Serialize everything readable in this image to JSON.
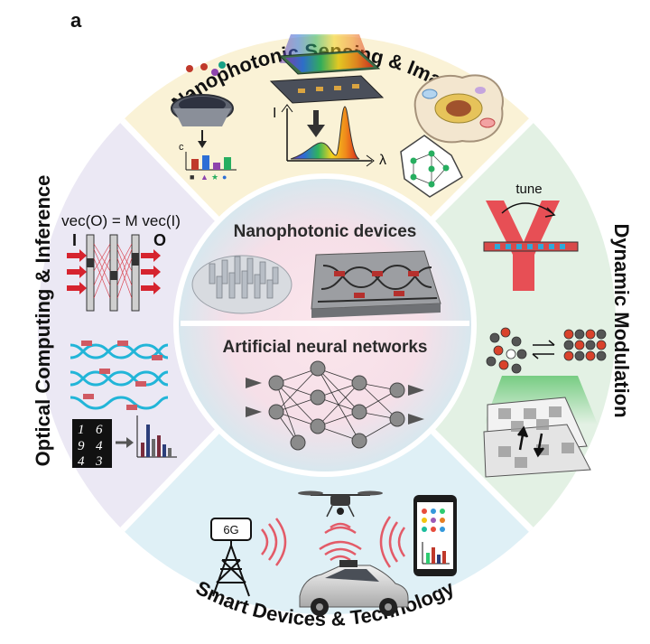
{
  "panel_label": "a",
  "ring": {
    "top_title": "Nanophotonic Sensing & Imaging",
    "right_title": "Dynamic Modulation",
    "bottom_title": "Smart Devices & Technology",
    "left_title": "Optical Computing & Inference"
  },
  "center": {
    "upper_label": "Nanophotonic devices",
    "lower_label": "Artificial neural networks"
  },
  "sensing": {
    "spectrum_y_axis": "I",
    "spectrum_x_axis": "λ",
    "bar_axis": "c"
  },
  "modulation": {
    "tune_label": "tune"
  },
  "computing": {
    "equation": "vec(O) = M vec(I)",
    "input_label": "I",
    "output_label": "O",
    "digits": [
      "1",
      "6",
      "9",
      "4",
      "4",
      "3"
    ]
  },
  "devices": {
    "tower_label": "6G"
  },
  "colors": {
    "sector_top": "#faf2d6",
    "sector_right": "#e3f1e4",
    "sector_bottom": "#dff0f6",
    "sector_left": "#ebe8f4",
    "accent_red": "#c8102e",
    "accent_cyan": "#22b5d8"
  }
}
